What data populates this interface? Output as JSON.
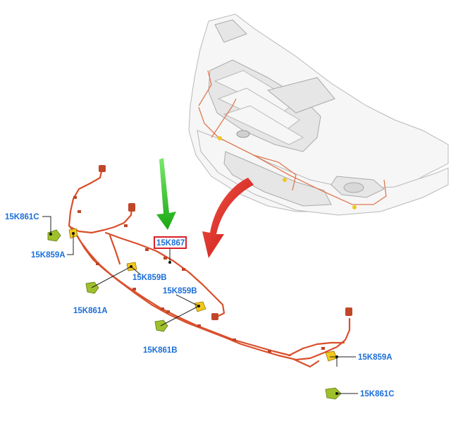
{
  "labels": {
    "main_harness": "15K867",
    "sensor_lf_c": "15K861C",
    "bracket_lf_a": "15K859A",
    "bracket_lc_b": "15K859B",
    "sensor_lc_a": "15K861A",
    "bracket_rc_b": "15K859B",
    "sensor_rc_b": "15K861B",
    "bracket_rf_a": "15K859A",
    "sensor_rf_c": "15K861C"
  },
  "colors": {
    "label_text": "#1a6ed8",
    "highlight_box": "#d8202a",
    "harness": "#d94f2b",
    "green_arrow": "#22c21a",
    "red_arrow": "#e01818",
    "sensor": "#9fc02c",
    "bracket": "#f2c81c"
  },
  "icons": {
    "down_arrow": "green-down-arrow-icon",
    "curved_arrow": "red-curved-arrow-icon"
  }
}
